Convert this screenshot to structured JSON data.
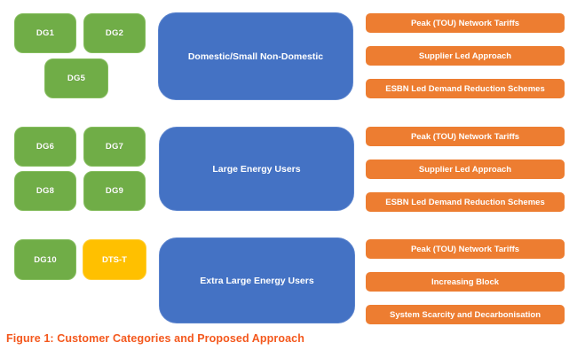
{
  "caption": {
    "text": "Figure 1: Customer Categories and Proposed Approach"
  },
  "colors": {
    "dg_green": "#70AD47",
    "dts_gold": "#FFC000",
    "category_blue": "#4472C4",
    "approach_orange": "#ED7D31",
    "caption_text": "#F4581D",
    "box_text": "#FFFFFF",
    "background": "#FFFFFF"
  },
  "rows": [
    {
      "category": {
        "label": "Domestic/Small Non-Domestic"
      },
      "groups": [
        {
          "label": "DG1",
          "color": "green"
        },
        {
          "label": "DG2",
          "color": "green"
        },
        {
          "label": "DG5",
          "color": "green"
        }
      ],
      "approaches": [
        {
          "label": "Peak (TOU) Network Tariffs"
        },
        {
          "label": "Supplier Led Approach"
        },
        {
          "label": "ESBN Led Demand Reduction Schemes"
        }
      ]
    },
    {
      "category": {
        "label": "Large Energy Users"
      },
      "groups": [
        {
          "label": "DG6",
          "color": "green"
        },
        {
          "label": "DG7",
          "color": "green"
        },
        {
          "label": "DG8",
          "color": "green"
        },
        {
          "label": "DG9",
          "color": "green"
        }
      ],
      "approaches": [
        {
          "label": "Peak (TOU) Network Tariffs"
        },
        {
          "label": "Supplier Led Approach"
        },
        {
          "label": "ESBN Led Demand Reduction Schemes"
        }
      ]
    },
    {
      "category": {
        "label": "Extra Large Energy Users"
      },
      "groups": [
        {
          "label": "DG10",
          "color": "green"
        },
        {
          "label": "DTS-T",
          "color": "gold"
        }
      ],
      "approaches": [
        {
          "label": "Peak (TOU) Network Tariffs"
        },
        {
          "label": "Increasing Block"
        },
        {
          "label": "System Scarcity and Decarbonisation"
        }
      ]
    }
  ]
}
